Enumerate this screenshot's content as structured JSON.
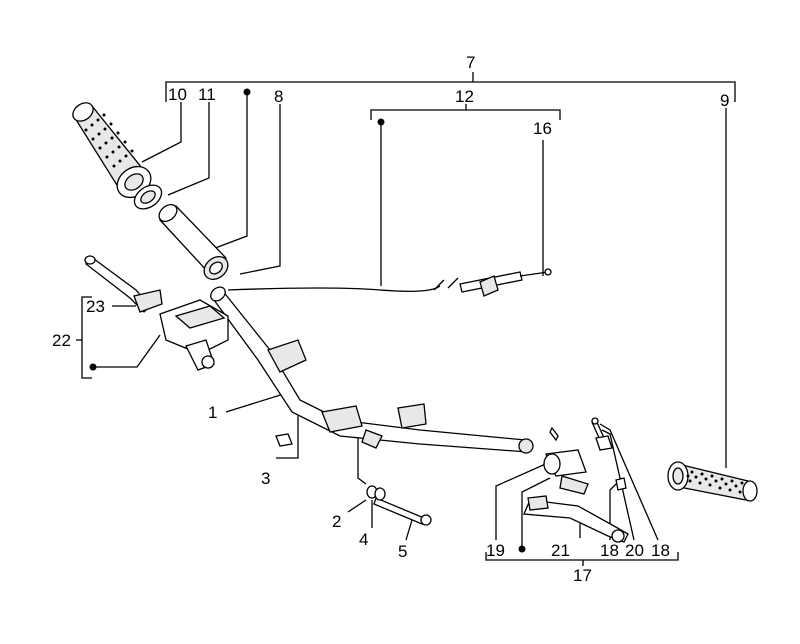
{
  "labels": {
    "l1": "1",
    "l2": "2",
    "l3": "3",
    "l4": "4",
    "l5": "5",
    "l7": "7",
    "l8": "8",
    "l9": "9",
    "l10": "10",
    "l11": "11",
    "l12": "12",
    "l16": "16",
    "l17": "17",
    "l18a": "18",
    "l18b": "18",
    "l19": "19",
    "l20": "20",
    "l21": "21",
    "l22": "22",
    "l23": "23"
  }
}
